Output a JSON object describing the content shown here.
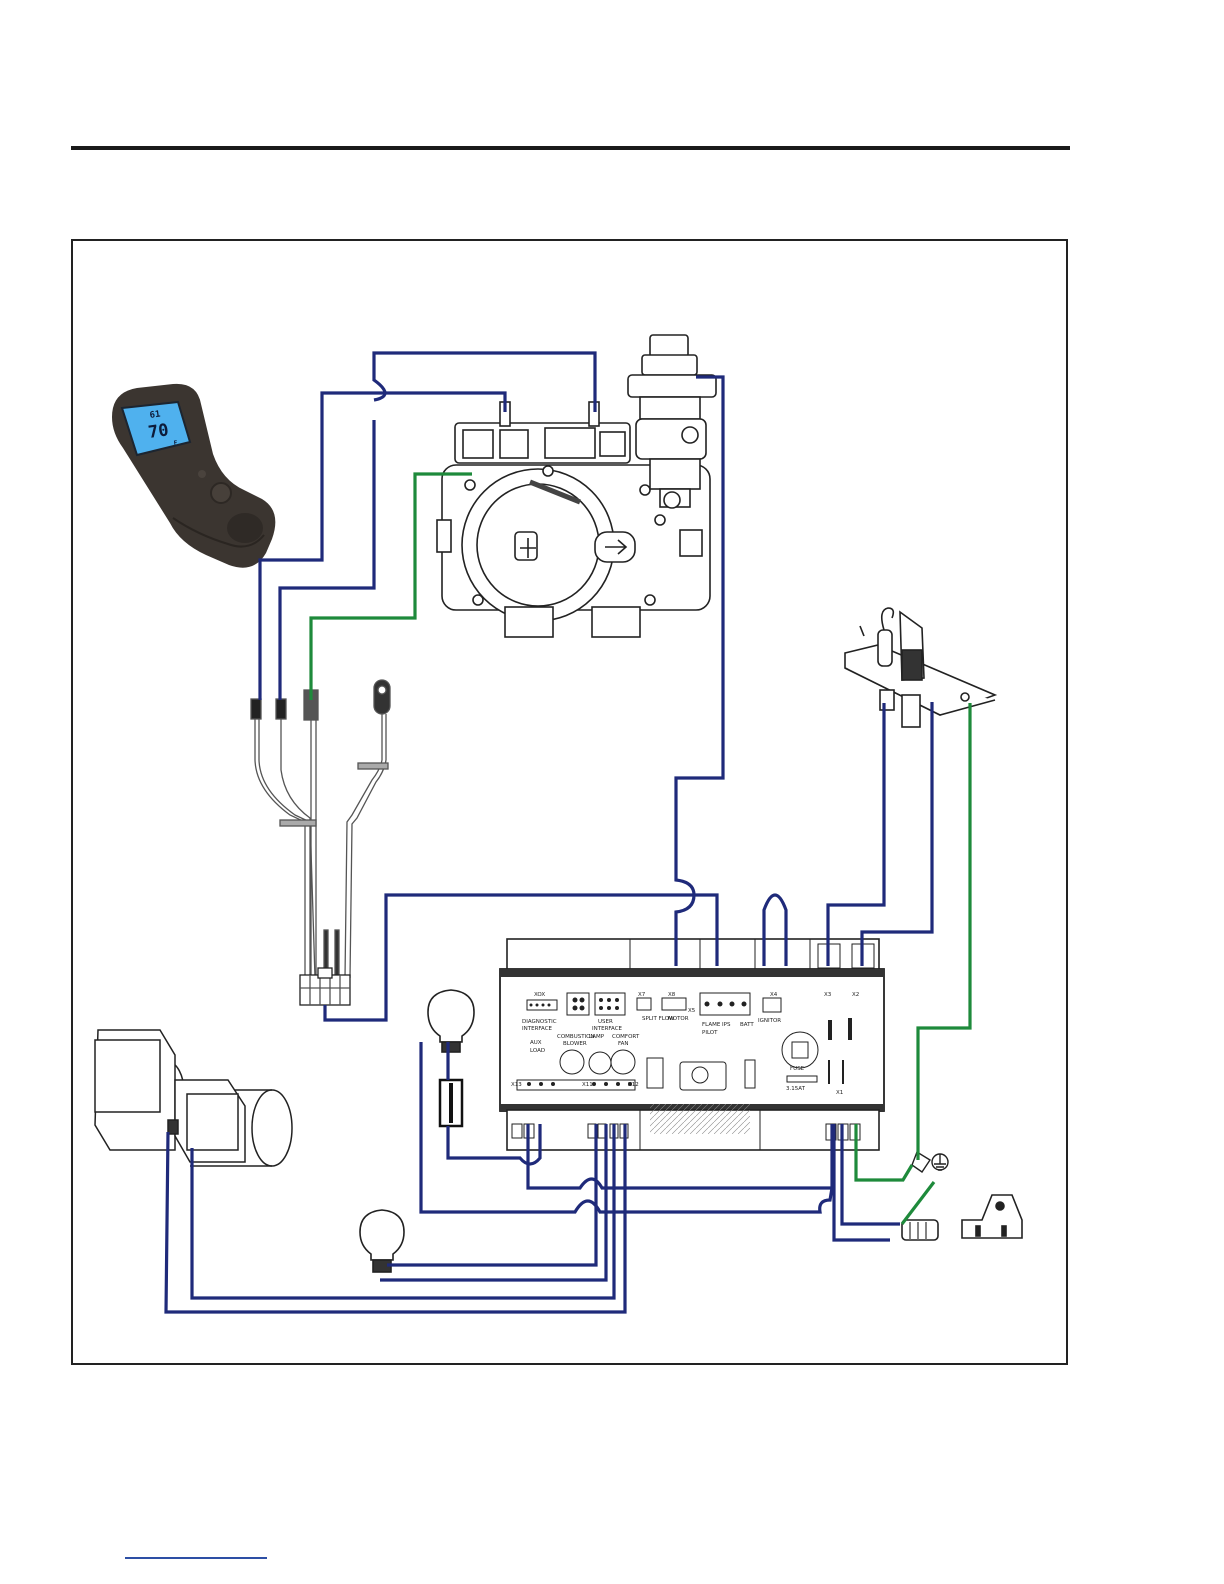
{
  "colors": {
    "wire": "#1f2a7a",
    "ground": "#1e8a3b",
    "outline": "#222222",
    "lcd": "#4fb1ee",
    "remote": "#3b3530",
    "rule": "#1a1a1a",
    "link": "#2d4fa5"
  },
  "remote": {
    "lcd_top": "61",
    "lcd_main": "70",
    "lcd_unit": "F"
  },
  "board": {
    "xox": "XOX",
    "diag1": "DIAGNOSTIC",
    "diag2": "INTERFACE",
    "user1": "USER",
    "user2": "INTERFACE",
    "x7": "X7",
    "split": "SPLIT FLOW",
    "x8": "X8",
    "motor": "MOTOR",
    "x5": "X5",
    "x4": "X4",
    "ignite": "IGNITOR",
    "x3": "X3",
    "x2": "X2",
    "fuse1": "FUSE",
    "fuse2": "3.15AT",
    "aux1": "AUX",
    "aux2": "LOAD",
    "comb1": "COMBUSTION",
    "comb2": "BLOWER",
    "comf1": "COMFORT",
    "comf2": "FAN",
    "lamp": "LAMP",
    "x13": "X13",
    "x11": "X11",
    "x12": "X12",
    "flame": "FLAME",
    "pilot": "PILOT",
    "ips": "IPS",
    "batt": "BATT",
    "x1": "X1"
  },
  "icons": [
    "remote-icon",
    "gas-valve-icon",
    "regulator-icon",
    "pilot-assembly-icon",
    "wiring-harness-icon",
    "control-board-icon",
    "lamp-icon",
    "fuse-icon",
    "blower-icon",
    "ground-symbol-icon",
    "power-plug-icon"
  ]
}
